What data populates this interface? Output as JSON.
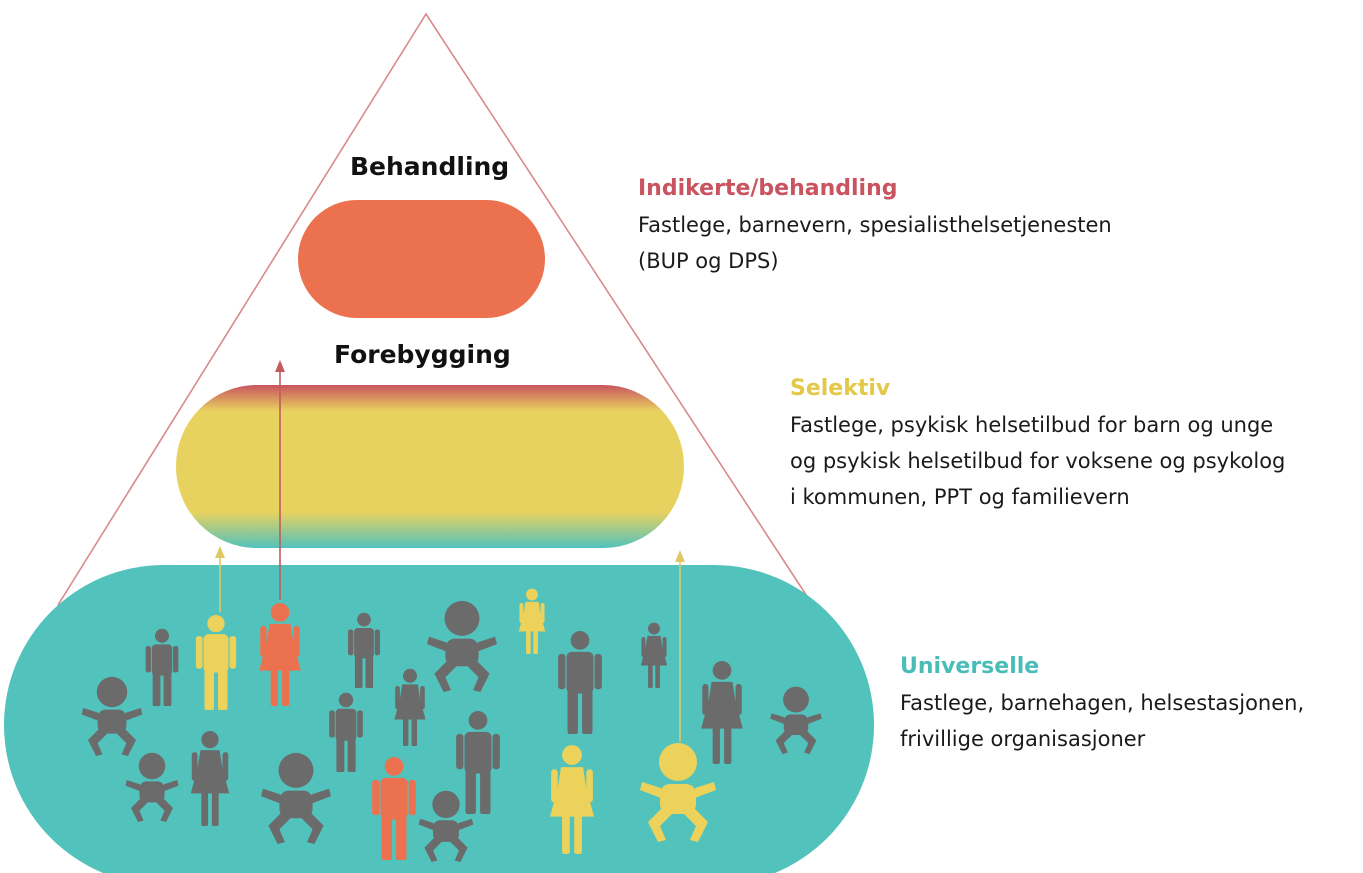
{
  "levels": {
    "behandling_label": "Behandling",
    "forebygging_label": "Forebygging"
  },
  "descriptions": {
    "indikerte": {
      "title": "Indikerte/behandling",
      "text": "Fastlege, barnevern, spesialisthelsetjenesten\n(BUP og DPS)",
      "color": "#c9545f"
    },
    "selektiv": {
      "title": "Selektiv",
      "text": "Fastlege, psykisk helsetilbud for barn og unge\nog psykisk helsetilbud for voksene og psykolog\ni kommunen, PPT og familievern",
      "color": "#e3c84a"
    },
    "universelle": {
      "title": "Universelle",
      "text": "Fastlege, barnehagen, helsestasjonen,\nfrivillige organisasjoner",
      "color": "#4bbdb8"
    }
  },
  "colors": {
    "triangle_line": "#d98a8a",
    "behandling_fill": "#ec714f",
    "selektiv_fill": "#e8d25f",
    "universelle_fill": "#52c2bd",
    "person_gray": "#6b6b6b",
    "person_yellow": "#ecd25b",
    "person_orange": "#ec714f",
    "arrow_red": "#c25b5b",
    "arrow_yellow": "#e0c866"
  },
  "icons": [
    "adult-man-icon",
    "adult-woman-icon",
    "baby-icon"
  ]
}
